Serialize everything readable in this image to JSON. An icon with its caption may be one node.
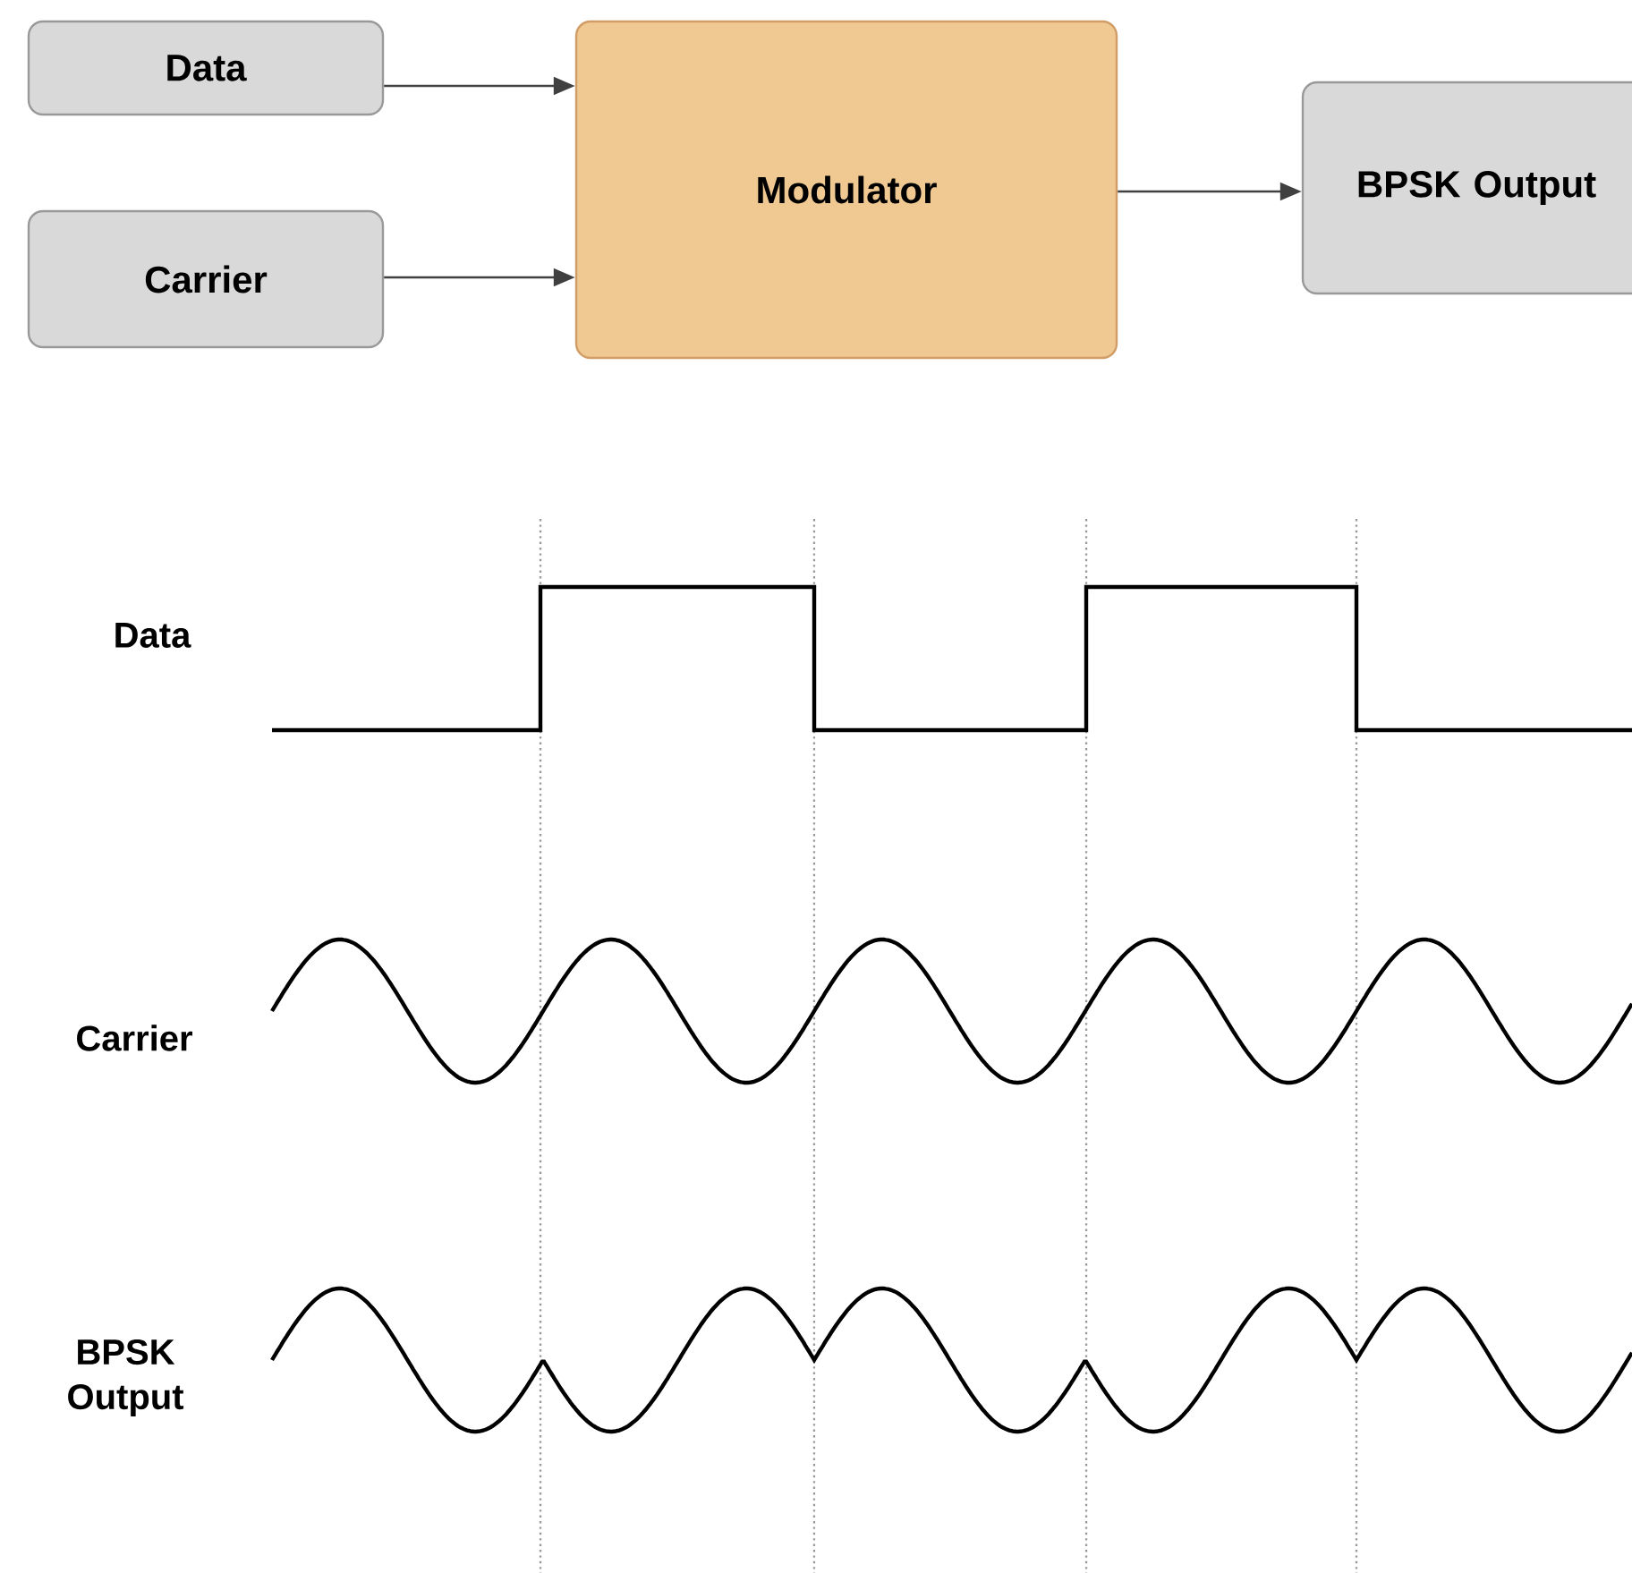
{
  "diagram": {
    "nodes": [
      {
        "text": [
          "Data"
        ]
      },
      {
        "text": [
          "Carrier"
        ]
      },
      {
        "text": [
          "Modulator"
        ]
      },
      {
        "text": [
          "BPSK Output"
        ]
      }
    ],
    "edges": [
      {
        "from": 0,
        "to": 2,
        "arrow": "to"
      },
      {
        "from": 1,
        "to": 2,
        "arrow": "to"
      },
      {
        "from": 2,
        "to": 3,
        "arrow": "to"
      }
    ],
    "labels": [
      "Data",
      "Carrier",
      "BPSK Output"
    ]
  }
}
